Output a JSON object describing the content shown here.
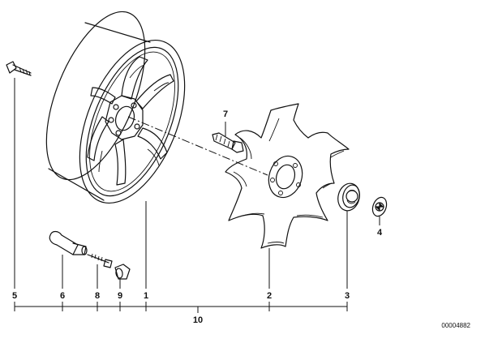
{
  "diagram": {
    "reference_number": "00004882",
    "parts": [
      {
        "number": "1",
        "part": "wheel-rim"
      },
      {
        "number": "2",
        "part": "wheel-trim-cover"
      },
      {
        "number": "3",
        "part": "hub-cap"
      },
      {
        "number": "4",
        "part": "emblem"
      },
      {
        "number": "5",
        "part": "wheel-bolt"
      },
      {
        "number": "6",
        "part": "valve-stem"
      },
      {
        "number": "7",
        "part": "lock-bolt"
      },
      {
        "number": "8",
        "part": "valve-insert"
      },
      {
        "number": "9",
        "part": "valve-cap"
      }
    ],
    "assembly_number": "10"
  },
  "colors": {
    "line": "#111111",
    "background": "#ffffff"
  }
}
